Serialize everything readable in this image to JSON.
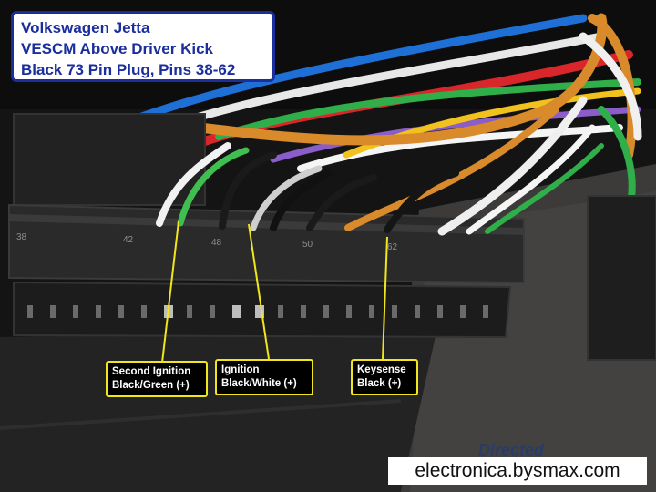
{
  "title": {
    "lines": [
      "Volkswagen Jetta",
      "VESCM Above Driver Kick",
      "Black 73 Pin Plug, Pins 38-62"
    ]
  },
  "connector": {
    "pin_numbers": [
      "38",
      "42",
      "48",
      "50",
      "62"
    ]
  },
  "callouts": [
    {
      "name": "Second Ignition",
      "wire": "Black/Green (+)"
    },
    {
      "name": "Ignition",
      "wire": "Black/White (+)"
    },
    {
      "name": "Keysense",
      "wire": "Black (+)"
    }
  ],
  "colors": {
    "title": "#1a2e9c",
    "callout_border": "#f1e51d",
    "leader_line": "#f1e51d"
  },
  "watermark": "electronica.bysmax.com"
}
